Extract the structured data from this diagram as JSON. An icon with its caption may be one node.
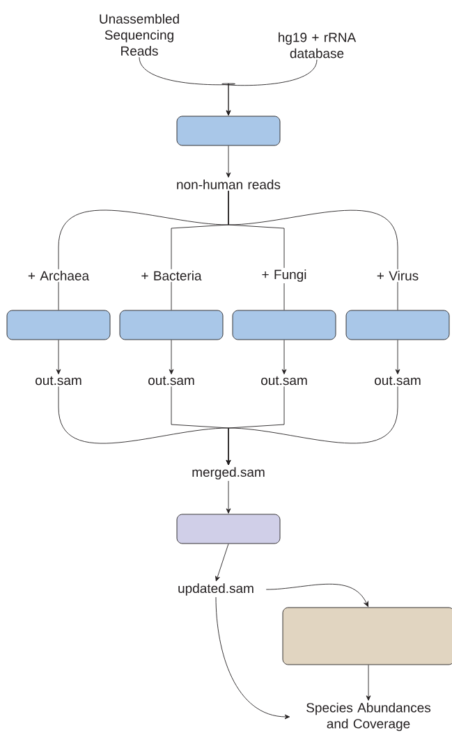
{
  "diagram": {
    "nodes": [
      {
        "text": [
          "Unassembled Sequencing Reads"
        ]
      },
      {
        "text": [
          "hg19 + rRNA database"
        ]
      },
      {
        "text": [],
        "shape": "box"
      },
      {
        "text": [
          "non-human reads"
        ]
      },
      {
        "text": [
          "+ Archaea"
        ]
      },
      {
        "text": [
          "+ Bacteria"
        ]
      },
      {
        "text": [
          "+ Fungi"
        ]
      },
      {
        "text": [
          "+ Virus"
        ]
      },
      {
        "text": [],
        "shape": "box"
      },
      {
        "text": [],
        "shape": "box"
      },
      {
        "text": [],
        "shape": "box"
      },
      {
        "text": [],
        "shape": "box"
      },
      {
        "text": [
          "out.sam"
        ]
      },
      {
        "text": [
          "out.sam"
        ]
      },
      {
        "text": [
          "out.sam"
        ]
      },
      {
        "text": [
          "out.sam"
        ]
      },
      {
        "text": [
          "merged.sam"
        ]
      },
      {
        "text": [],
        "shape": "box"
      },
      {
        "text": [
          "updated.sam"
        ]
      },
      {
        "text": [],
        "shape": "box"
      },
      {
        "text": [
          "Species Abundances and Coverage"
        ]
      }
    ],
    "edges": [
      {
        "from": 0,
        "to": 2,
        "arrow": "to"
      },
      {
        "from": 1,
        "to": 2,
        "arrow": "to"
      },
      {
        "from": 2,
        "to": 3,
        "arrow": "to"
      },
      {
        "from": 3,
        "to": 4,
        "arrow": "none"
      },
      {
        "from": 3,
        "to": 5,
        "arrow": "none"
      },
      {
        "from": 3,
        "to": 6,
        "arrow": "none"
      },
      {
        "from": 3,
        "to": 7,
        "arrow": "none"
      },
      {
        "from": 4,
        "to": 8,
        "arrow": "none"
      },
      {
        "from": 5,
        "to": 9,
        "arrow": "none"
      },
      {
        "from": 6,
        "to": 10,
        "arrow": "none"
      },
      {
        "from": 7,
        "to": 11,
        "arrow": "none"
      },
      {
        "from": 8,
        "to": 12,
        "arrow": "to"
      },
      {
        "from": 9,
        "to": 13,
        "arrow": "to"
      },
      {
        "from": 10,
        "to": 14,
        "arrow": "to"
      },
      {
        "from": 11,
        "to": 15,
        "arrow": "to"
      },
      {
        "from": 12,
        "to": 16,
        "arrow": "to"
      },
      {
        "from": 13,
        "to": 16,
        "arrow": "to"
      },
      {
        "from": 14,
        "to": 16,
        "arrow": "to"
      },
      {
        "from": 15,
        "to": 16,
        "arrow": "to"
      },
      {
        "from": 16,
        "to": 17,
        "arrow": "to"
      },
      {
        "from": 17,
        "to": 18,
        "arrow": "to"
      },
      {
        "from": 18,
        "to": 19,
        "arrow": "to"
      },
      {
        "from": 18,
        "to": 20,
        "arrow": "to"
      },
      {
        "from": 19,
        "to": 20,
        "arrow": "to"
      }
    ]
  }
}
